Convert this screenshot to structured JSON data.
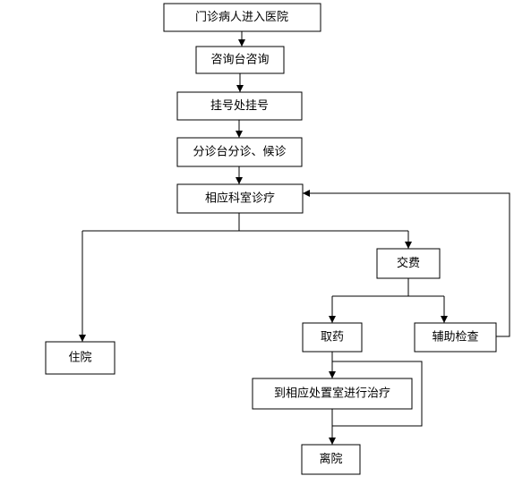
{
  "nodes": {
    "arrive": "门诊病人进入医院",
    "consult": "咨询台咨询",
    "register": "挂号处挂号",
    "triage": "分诊台分诊、候诊",
    "department": "相应科室诊疗",
    "pay": "交费",
    "hospitalize": "住院",
    "medicine": "取药",
    "exam": "辅助检查",
    "treatment": "到相应处置室进行治疗",
    "leave": "离院"
  },
  "colors": {
    "line": "#000000",
    "box_fill": "#ffffff",
    "text": "#000000"
  }
}
